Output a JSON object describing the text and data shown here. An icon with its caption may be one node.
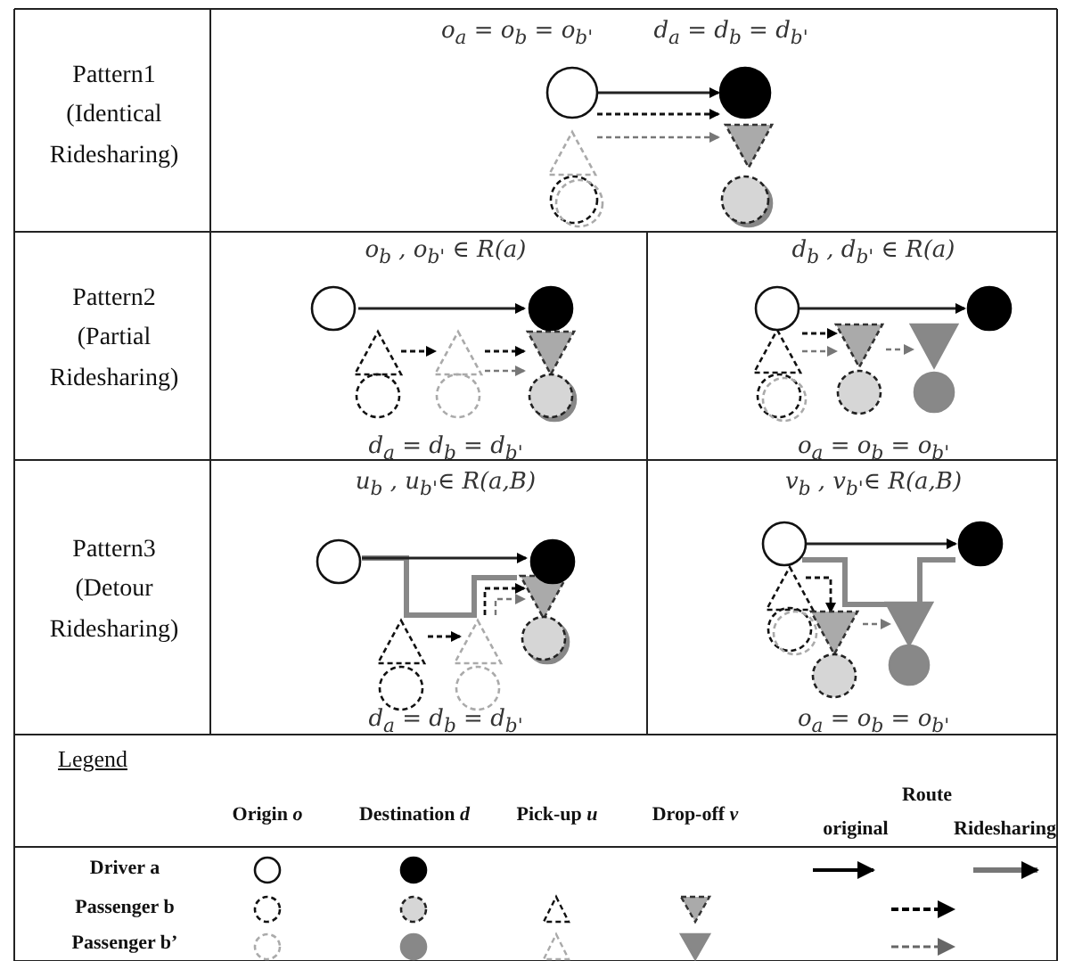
{
  "diagram": {
    "labels": [
      "Pattern1 (Identical Ridesharing)",
      "o$_{a}$ = o$_{b}$ = o$_{b'}$",
      "d$_{a}$ = d$_{b}$ = d$_{b'}$",
      "Pattern2 (Partial Ridesharing)",
      "o$_{b}$ , o$_{b'}$ ∈ R(a)",
      "d$_{b}$ , d$_{b'}$ ∈ R(a)",
      "d$_{a}$ = d$_{b}$ = d$_{b'}$",
      "o$_{a}$ = o$_{b}$ = o$_{b'}$",
      "Pattern3 (Detour Ridesharing)",
      "u$_{b}$ , u$_{b'}$∈ R(a,B)",
      "v$_{b}$ , v$_{b'}$∈ R(a,B)",
      "d$_{a}$ = d$_{b}$ = d$_{b'}$",
      "o$_{a}$ = o$_{b}$ = o$_{b'}$",
      "Legend",
      "Origin *o*",
      "Destination *d*",
      "Pick-up *u*",
      "Drop-off *v*",
      "Route",
      "original",
      "Ridesharing",
      "Driver a",
      "Passenger b",
      "Passenger b’"
    ]
  }
}
